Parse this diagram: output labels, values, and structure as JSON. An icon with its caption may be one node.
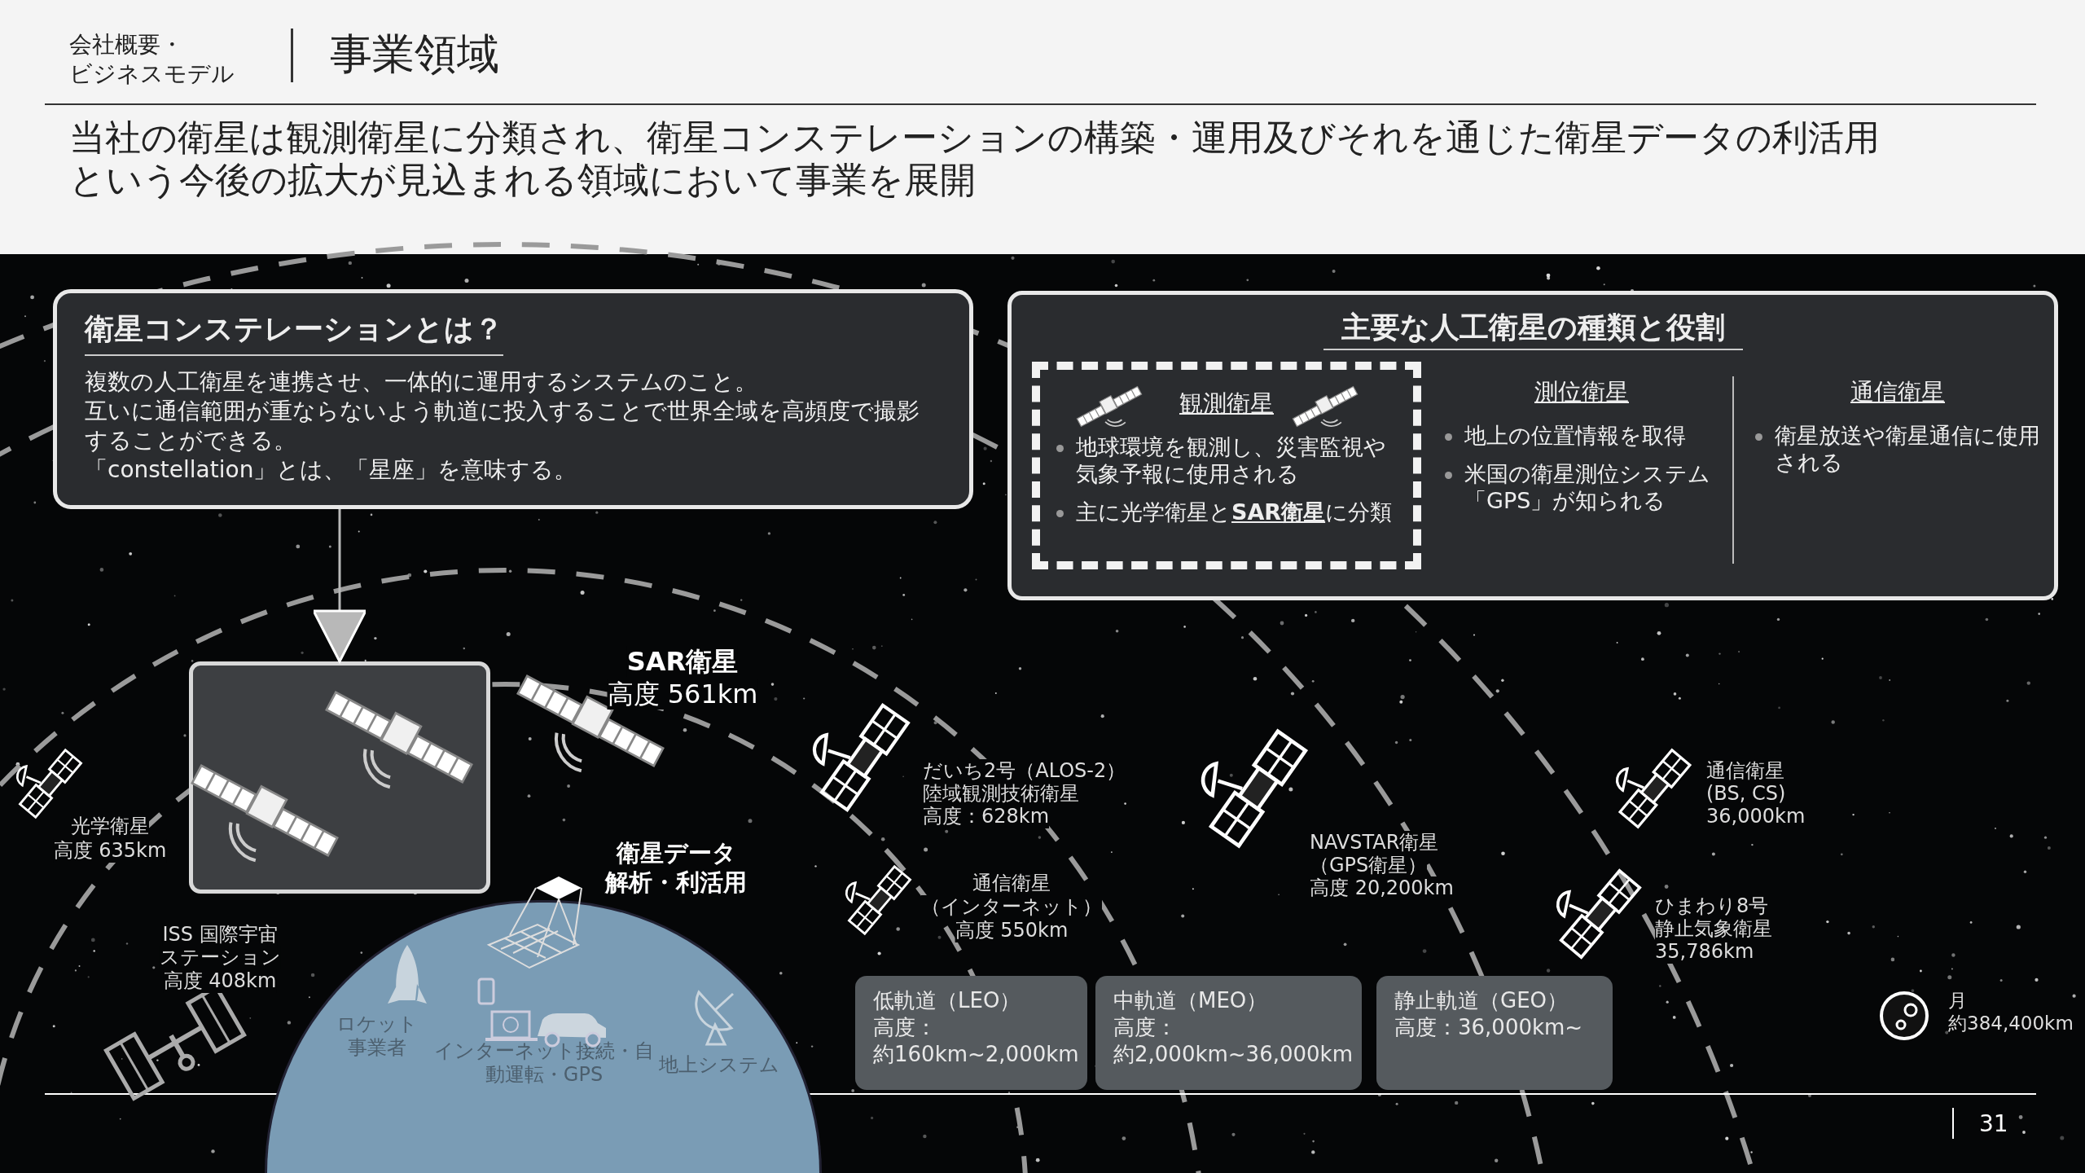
{
  "diagram": {
    "title": "事業領域",
    "nodes": [
      {
        "text": [
          "衛星コンステレーションとは？",
          "複数の人工衛星を連携させ、一体的に運用するシステムのこと。",
          "互いに通信範囲が重ならないよう軌道に投入することで世界全域を高頻度で撮影することができる。",
          "「constellation」とは、「星座」を意味する。"
        ]
      },
      {
        "text": [],
        "shape": "picture"
      },
      {
        "text": [
          "主要な人工衛星の種類と役割"
        ]
      },
      {
        "text": [
          "観測衛星",
          "地球環境を観測し、災害監視や気象予報に使用される",
          "主に光学衛星と**SAR衛星**に分類"
        ],
        "in": 2
      },
      {
        "text": [
          "測位衛星",
          "地上の位置情報を取得",
          "米国の衛星測位システム「GPS」が知られる"
        ],
        "in": 2
      },
      {
        "text": [
          "通信衛星",
          "衛星放送や衛星通信に使用される"
        ],
        "in": 2
      },
      {
        "text": [
          "ロケット事業者",
          "インターネット接続・自動運転・GPS",
          "地上システム"
        ],
        "beside": [
          "衛星データ",
          "解析・利活用"
        ]
      },
      {
        "text": [
          "低軌道（LEO）",
          "高度：約160km~2,000km"
        ]
      },
      {
        "text": [
          "中軌道（MEO）",
          "高度：約2,000km~36,000km"
        ]
      },
      {
        "text": [
          "静止軌道（GEO）",
          "高度：36,000km~"
        ]
      }
    ],
    "edges": [
      {
        "from": 0,
        "to": 1,
        "arrow": "to"
      }
    ],
    "labels": [
      "会社概要・",
      "ビジネスモデル",
      "当社の衛星は観測衛星に分類され、衛星コンステレーションの構築・運用及びそれを通じた衛星データの利活用という今後の拡大が見込まれる領域において事業を展開",
      "SAR衛星",
      "高度 561km",
      "光学衛星",
      "高度 635km",
      "ISS 国際宇宙",
      "ステーション",
      "高度 408km",
      "だいち2号（ALOS-2）",
      "陸域観測技術衛星",
      "高度：628km",
      "通信衛星",
      "（インターネット）",
      "高度 550km",
      "NAVSTAR衛星",
      "（GPS衛星）",
      "高度 20,200km",
      "通信衛星",
      "(BS, CS)",
      "36,000km",
      "ひまわり8号",
      "静止気象衛星",
      "35,786km",
      "月",
      "約384,400km",
      "31"
    ]
  }
}
